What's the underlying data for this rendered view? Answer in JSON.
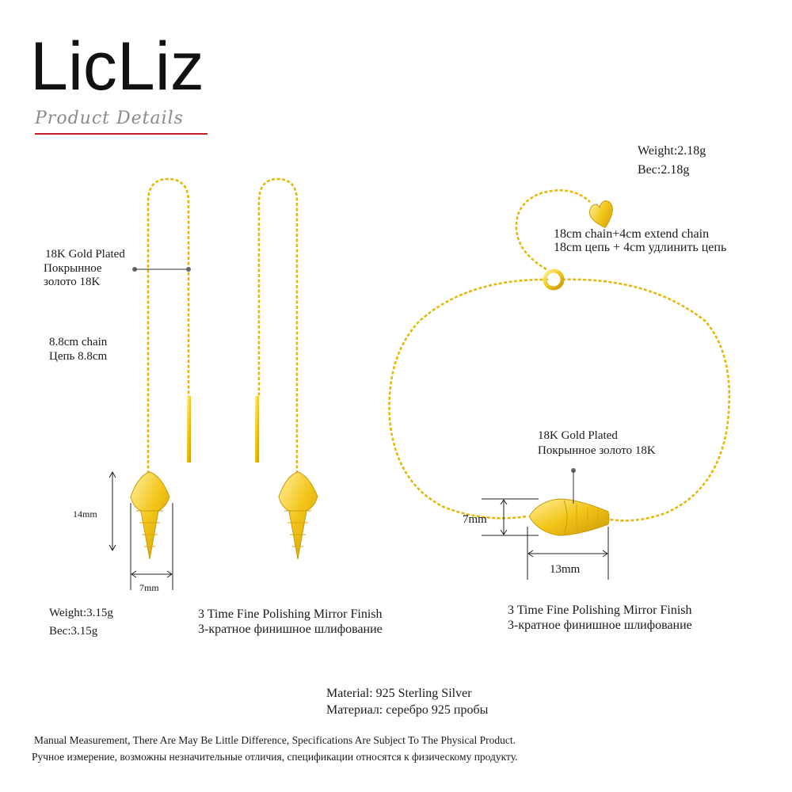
{
  "brand": {
    "name": "LicLiz",
    "tagline": "Product Details"
  },
  "earrings": {
    "plating": {
      "en": "18K Gold Plated",
      "ru_line1": "Покрынное",
      "ru_line2": "золото 18K"
    },
    "chain": {
      "en": "8.8cm chain",
      "ru": "Цепь 8.8cm"
    },
    "height": "14mm",
    "width": "7mm",
    "weight": {
      "en": "Weight:3.15g",
      "ru": "Bec:3.15g"
    },
    "finish": {
      "en": "3 Time Fine Polishing Mirror Finish",
      "ru": "3-кратное финишное шлифование"
    }
  },
  "bracelet": {
    "weight": {
      "en": "Weight:2.18g",
      "ru": "Bec:2.18g"
    },
    "chain": {
      "en": "18cm chain+4cm extend chain",
      "ru": "18cm цепь + 4cm удлинить цепь"
    },
    "plating": {
      "en": "18K Gold Plated",
      "ru": "Покрынное золото 18K"
    },
    "height": "7mm",
    "width": "13mm",
    "finish": {
      "en": "3 Time Fine Polishing Mirror Finish",
      "ru": "3-кратное финишное шлифование"
    }
  },
  "material": {
    "en": "Material: 925 Sterling Silver",
    "ru": "Материал: серебро 925 пробы"
  },
  "disclaimer": {
    "en": "Manual Measurement, There Are May Be Little Difference, Specifications Are Subject To The Physical Product.",
    "ru": "Ручное измерение, возможны незначительные отличия, спецификации относятся к физическому продукту."
  },
  "colors": {
    "gold": "#f2c417",
    "gold_dark": "#c99a08",
    "accent_red": "#c8202a"
  }
}
